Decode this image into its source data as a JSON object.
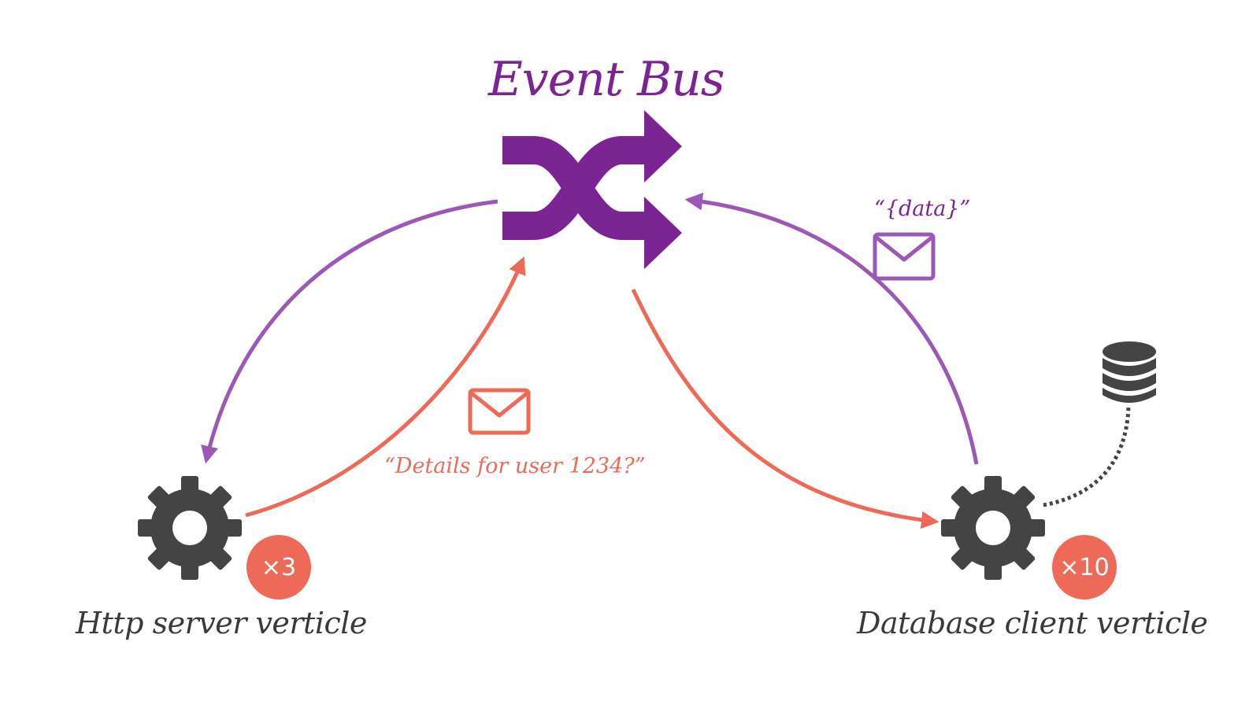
{
  "title": "Event Bus",
  "nodes": [
    {
      "label": "Http server verticle",
      "badge": "×3"
    },
    {
      "label": "Database client verticle",
      "badge": "×10"
    }
  ],
  "messages": {
    "request": "“Details for user 1234?”",
    "reply": "“{data}”"
  },
  "icons": [
    "shuffle-icon",
    "gear-icon",
    "envelope-icon",
    "database-icon"
  ],
  "colors": {
    "bus": "#7b2493",
    "purple_arrow": "#9b59b6",
    "orange_arrow": "#ee6a58",
    "gear": "#444444",
    "badge": "#ee6a58"
  }
}
